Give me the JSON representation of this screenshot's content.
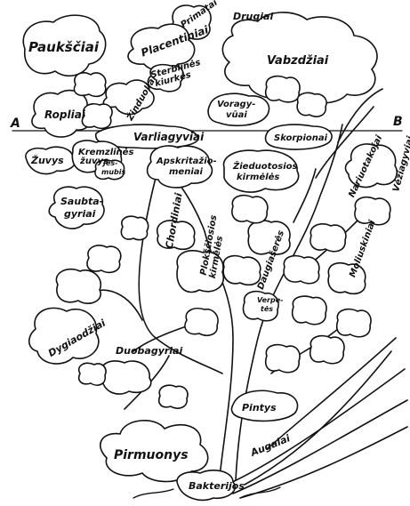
{
  "diagram": {
    "line_markers": {
      "left": "A",
      "right": "B"
    },
    "groups": {
      "birds": "Paukščiai",
      "primates": "Primatai",
      "placentals": "Placentiniai",
      "mammals_l1": "Sterblinės",
      "mammals_l2": "kiurkės",
      "monotremes": "Žinduoliai",
      "reptiles": "Ropliai",
      "amphibians": "Varliagyviai",
      "ganoid_fish": "Žuvys",
      "cartilage_l1": "Kremzlinės",
      "cartilage_l2": "žuvys",
      "cartilage_l3": "Ješ-",
      "cartilage_l4": "mubis",
      "cyclostomes_l1": "Apskritažio-",
      "cyclostomes_l2": "meniai",
      "lancelets_l1": "Saubta-",
      "lancelets_l2": "gyriai",
      "chordates": "Chordiniai",
      "echinoderms": "Dygiaodžiai",
      "hemichordates": "Duobagyriai",
      "insects": "Vabzdžiai",
      "bugs": "Drugiai",
      "spiders_l1": "Voragy-",
      "spiders_l2": "vūai",
      "scorpions": "Skorpionai",
      "annelids_l1": "Žieduotosios",
      "annelids_l2": "kirmėlės",
      "arthropods": "Nariuotakojai",
      "crustaceans": "Vėžiagyviai",
      "molluscs": "Moliuskiniai",
      "flatworms_l1": "Plokščiosios",
      "flatworms_l2": "kirmėlės",
      "roundworms": "Daugiašerės",
      "nemerteans_l1": "Verpe-",
      "nemerteans_l2": "tės",
      "sponges": "Pintys",
      "protists": "Pirmuonys",
      "bacteria": "Bakterijos",
      "plants": "Augalai"
    }
  }
}
